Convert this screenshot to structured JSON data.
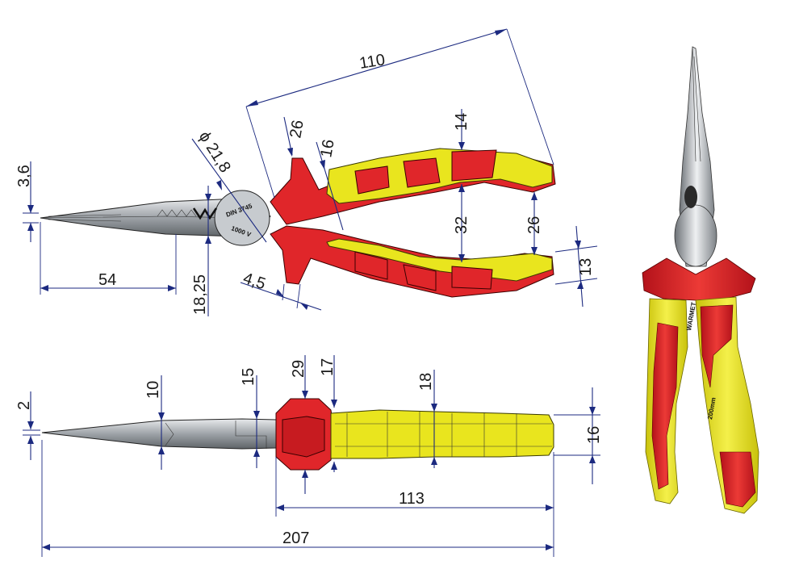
{
  "drawing": {
    "top_view": {
      "dimensions": {
        "overall_arm": "110",
        "tip_width": "3,6",
        "jaw_length": "54",
        "pivot_offset": "18,25",
        "pivot_diameter": "ϕ 21,8",
        "guard_width": "26",
        "guard_gap": "16",
        "handle_top": "14",
        "handle_spread": "32",
        "handle_end": "26",
        "handle_end_thickness": "13",
        "guard_thickness": "4,5"
      },
      "marking_top": "DIN 3745",
      "marking_bottom": "1000 V"
    },
    "side_view": {
      "dimensions": {
        "tip_thickness": "2",
        "jaw_thickness": "10",
        "joint_thickness": "15",
        "guard_height": "29",
        "guard_inner": "17",
        "grip_height": "18",
        "grip_end": "16",
        "handle_length": "113",
        "overall_length": "207"
      }
    },
    "photo": {
      "brand_text": "WARMET",
      "size_text": "200mm",
      "colors": {
        "insulation_red": "#e0262a",
        "insulation_yellow": "#e9e51e",
        "metal": "#a9aeb3"
      }
    }
  }
}
